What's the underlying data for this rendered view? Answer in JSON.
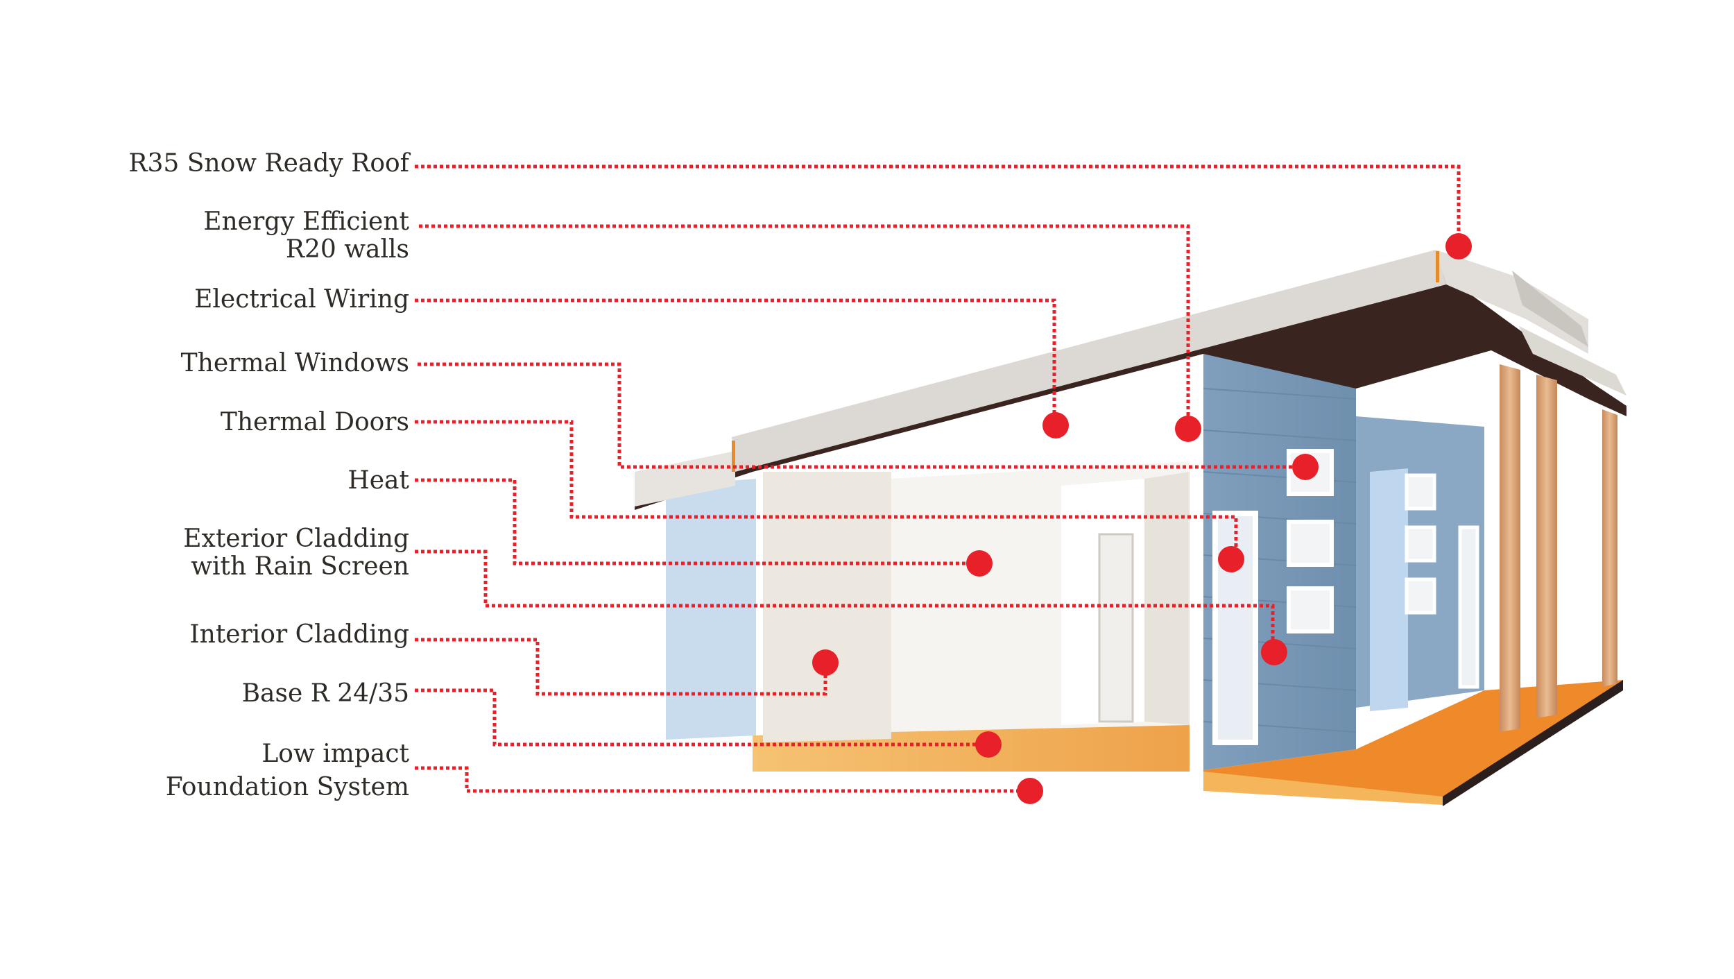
{
  "colors": {
    "leader": "#e8202a",
    "dot": "#e8202a",
    "label_text": "#2e2a26",
    "roof_top": "#dcd9d4",
    "roof_under": "#3a2420",
    "blue_cladding": "#7f9dba",
    "white_wall": "#f4f1ec",
    "floor_orange": "#ef8a2a",
    "floor_light": "#f2b95c",
    "post_wood": "#d9a377"
  },
  "callouts": [
    {
      "id": "roof",
      "lines": [
        "R35 Snow Ready Roof"
      ]
    },
    {
      "id": "walls",
      "lines": [
        "Energy Efficient",
        "R20 walls"
      ]
    },
    {
      "id": "wiring",
      "lines": [
        "Electrical Wiring"
      ]
    },
    {
      "id": "windows",
      "lines": [
        "Thermal Windows"
      ]
    },
    {
      "id": "doors",
      "lines": [
        "Thermal Doors"
      ]
    },
    {
      "id": "heat",
      "lines": [
        "Heat"
      ]
    },
    {
      "id": "exterior",
      "lines": [
        "Exterior Cladding",
        "with Rain Screen"
      ]
    },
    {
      "id": "interior",
      "lines": [
        "Interior Cladding"
      ]
    },
    {
      "id": "base",
      "lines": [
        "Base R 24/35"
      ]
    },
    {
      "id": "foundation",
      "lines": [
        "Low impact",
        "Foundation System"
      ]
    }
  ]
}
